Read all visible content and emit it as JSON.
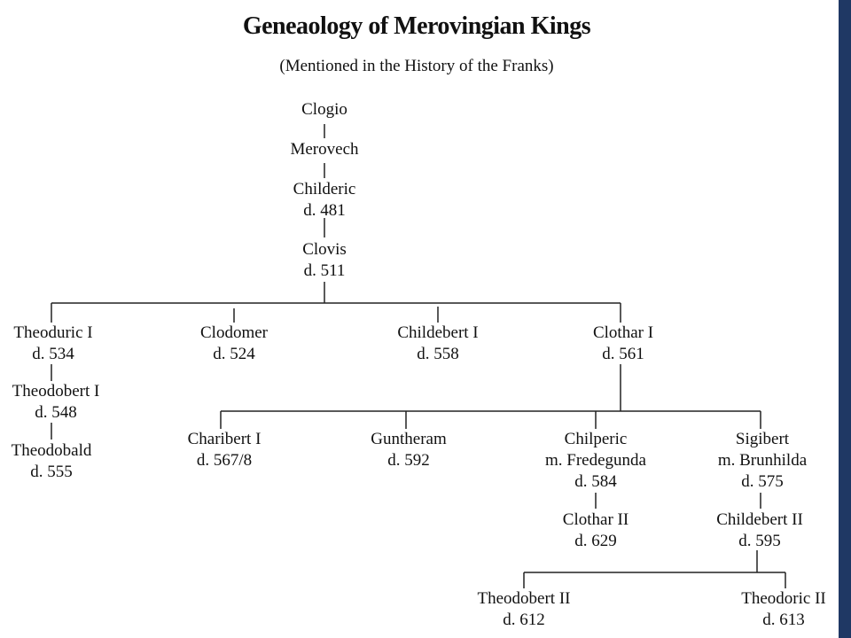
{
  "slide": {
    "title": "Geneaology of Merovingian Kings",
    "subtitle": "(Mentioned in the History of the Franks)",
    "accent_bar_color": "#1f3864",
    "line_color": "#222222"
  },
  "tree": {
    "clogio": {
      "name": "Clogio"
    },
    "merovech": {
      "name": "Merovech"
    },
    "childeric": {
      "name": "Childeric",
      "note": "d. 481"
    },
    "clovis": {
      "name": "Clovis",
      "note": "d. 511"
    },
    "theoduric_i": {
      "name": "Theoduric I",
      "note": "d. 534"
    },
    "clodomer": {
      "name": "Clodomer",
      "note": "d. 524"
    },
    "childebert_i": {
      "name": "Childebert I",
      "note": "d. 558"
    },
    "clothar_i": {
      "name": "Clothar I",
      "note": "d. 561"
    },
    "theodobert_i": {
      "name": "Theodobert I",
      "note": "d. 548"
    },
    "theodobald": {
      "name": "Theodobald",
      "note": "d. 555"
    },
    "charibert_i": {
      "name": "Charibert I",
      "note": "d. 567/8"
    },
    "guntheram": {
      "name": "Guntheram",
      "note": "d. 592"
    },
    "chilperic": {
      "name": "Chilperic",
      "spouse": "m. Fredegunda",
      "note": "d. 584"
    },
    "sigibert": {
      "name": "Sigibert",
      "spouse": "m. Brunhilda",
      "note": "d. 575"
    },
    "clothar_ii": {
      "name": "Clothar II",
      "note": "d. 629"
    },
    "childebert_ii": {
      "name": "Childebert II",
      "note": "d. 595"
    },
    "theodobert_ii": {
      "name": "Theodobert II",
      "note": "d. 612"
    },
    "theodoric_ii": {
      "name": "Theodoric II",
      "note": "d. 613"
    }
  }
}
